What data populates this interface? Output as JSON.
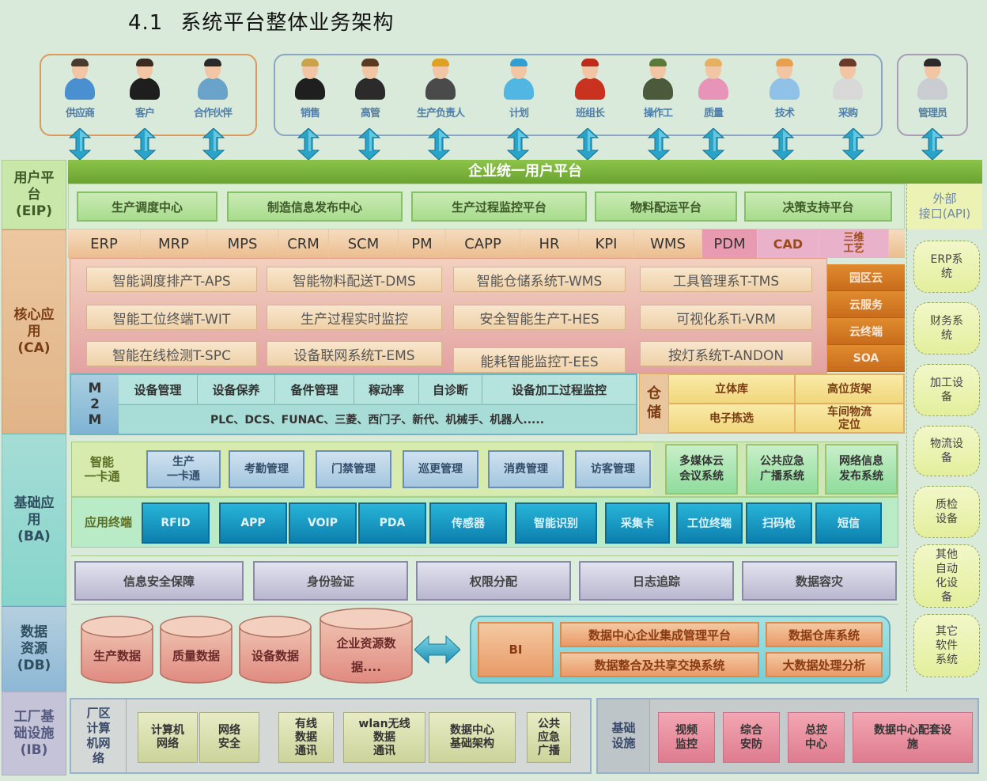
{
  "header": {
    "section_number": "4.1",
    "title": "系统平台整体业务架构"
  },
  "roles": {
    "external": [
      {
        "label": "供应商",
        "icon": "supplier-couple-icon"
      },
      {
        "label": "客户",
        "icon": "customer-suit-icon"
      },
      {
        "label": "合作伙伴",
        "icon": "partner-group-icon"
      }
    ],
    "internal": [
      {
        "label": "销售",
        "icon": "sales-person-icon"
      },
      {
        "label": "高管",
        "icon": "executive-icon"
      },
      {
        "label": "生产负责人",
        "icon": "production-lead-group-icon"
      },
      {
        "label": "计划",
        "icon": "planner-helmet-icon"
      },
      {
        "label": "班组长",
        "icon": "team-leader-firefighter-icon"
      },
      {
        "label": "操作工",
        "icon": "operator-wrench-icon"
      },
      {
        "label": "质量",
        "icon": "quality-woman-icon"
      },
      {
        "label": "技术",
        "icon": "technician-icon"
      },
      {
        "label": "采购",
        "icon": "purchaser-headset-icon"
      }
    ],
    "admin": [
      {
        "label": "管理员",
        "icon": "admin-icon"
      }
    ]
  },
  "eip": {
    "label": "用户平台(EIP)",
    "label_lines": [
      "用户平",
      "台",
      "(EIP)"
    ],
    "banner": "企业统一用户平台",
    "items": [
      "生产调度中心",
      "制造信息发布中心",
      "生产过程监控平台",
      "物料配运平台",
      "决策支持平台"
    ],
    "api_lines": [
      "外部",
      "接口(API)"
    ]
  },
  "ca": {
    "label_lines": [
      "核心应",
      "用",
      "(CA)"
    ],
    "modules": [
      "ERP",
      "MRP",
      "MPS",
      "CRM",
      "SCM",
      "PM",
      "CAPP",
      "HR",
      "KPI",
      "WMS",
      "PDM",
      "CAD",
      "三维工艺"
    ],
    "module_sanwei_lines": [
      "三维",
      "工艺"
    ],
    "smart_systems": [
      [
        "智能调度排产T-APS",
        "智能物料配送T-DMS",
        "智能仓储系统T-WMS",
        "工具管理系T-TMS"
      ],
      [
        "智能工位终端T-WIT",
        "生产过程实时监控",
        "安全智能生产T-HES",
        "可视化系Ti-VRM"
      ],
      [
        "智能在线检测T-SPC",
        "设备联网系统T-EMS",
        "能耗智能监控T-EES",
        "按灯系统T-ANDON"
      ]
    ],
    "cloud": [
      "园区云",
      "云服务",
      "云终端",
      "SOA"
    ],
    "m2m": {
      "label_lines": [
        "M",
        "2",
        "M"
      ],
      "items": [
        "设备管理",
        "设备保养",
        "备件管理",
        "稼动率",
        "自诊断",
        "设备加工过程监控"
      ],
      "devices": "PLC、DCS、FUNAC、三菱、西门子、新代、机械手、机器人....."
    },
    "warehouse": {
      "label_lines": [
        "仓",
        "储"
      ],
      "items": [
        "立体库",
        "高位货架",
        "电子拣选"
      ],
      "logistics_lines": [
        "车间物流",
        "定位"
      ]
    }
  },
  "ba": {
    "label_lines": [
      "基础应",
      "用",
      "(BA)"
    ],
    "card": {
      "label_lines": [
        "智能",
        "一卡通"
      ],
      "first_lines": [
        "生产",
        "一卡通"
      ],
      "items": [
        "考勤管理",
        "门禁管理",
        "巡更管理",
        "消费管理",
        "访客管理"
      ]
    },
    "systems": [
      [
        "多媒体云",
        "会议系统"
      ],
      [
        "公共应急",
        "广播系统"
      ],
      [
        "网络信息",
        "发布系统"
      ]
    ],
    "terminals": {
      "label": "应用终端",
      "items": [
        "RFID",
        "APP",
        "VOIP",
        "PDA",
        "传感器",
        "智能识别",
        "采集卡",
        "工位终端",
        "扫码枪",
        "短信"
      ]
    },
    "security": [
      "信息安全保障",
      "身份验证",
      "权限分配",
      "日志追踪",
      "数据容灾"
    ]
  },
  "db": {
    "label_lines": [
      "数据",
      "资源",
      "(DB)"
    ],
    "stores": [
      "生产数据",
      "质量数据",
      "设备数据"
    ],
    "enterprise_lines": [
      "企业资源数",
      "据...."
    ],
    "center": {
      "bi": "BI",
      "items": [
        "数据中心企业集成管理平台",
        "数据仓库系统",
        "数据整合及共享交换系统",
        "大数据处理分析"
      ]
    }
  },
  "ib": {
    "label_lines": [
      "工厂基",
      "础设施",
      "(IB)"
    ],
    "network_label_lines": [
      "厂区",
      "计算",
      "机网",
      "络"
    ],
    "network_items": [
      [
        "计算机",
        "网络"
      ],
      [
        "网络",
        "安全"
      ],
      [
        "有线",
        "数据",
        "通讯"
      ],
      [
        "wlan无线",
        "数据",
        "通讯"
      ],
      [
        "数据中心",
        "基础架构"
      ],
      [
        "公共",
        "应急",
        "广播"
      ]
    ],
    "infra_label_lines": [
      "基础",
      "设施"
    ],
    "infra_items": [
      [
        "视频",
        "监控"
      ],
      [
        "综合",
        "安防"
      ],
      [
        "总控",
        "中心"
      ],
      [
        "数据中心配套设",
        "施"
      ]
    ]
  },
  "external_systems": [
    [
      "ERP系",
      "统"
    ],
    [
      "财务系",
      "统"
    ],
    [
      "加工设",
      "备"
    ],
    [
      "物流设",
      "备"
    ],
    [
      "质检",
      "设备"
    ],
    [
      "其他",
      "自动",
      "化设",
      "备"
    ],
    [
      "其它",
      "软件",
      "系统"
    ]
  ],
  "colors": {
    "background": "#d9eadb",
    "eip_banner": "#7ab33d",
    "ca_tint": "#e3a2a2",
    "cloud": "#d57a25",
    "terminal_blue": "#1a9ac6",
    "role_label": "#4f7ea9"
  }
}
